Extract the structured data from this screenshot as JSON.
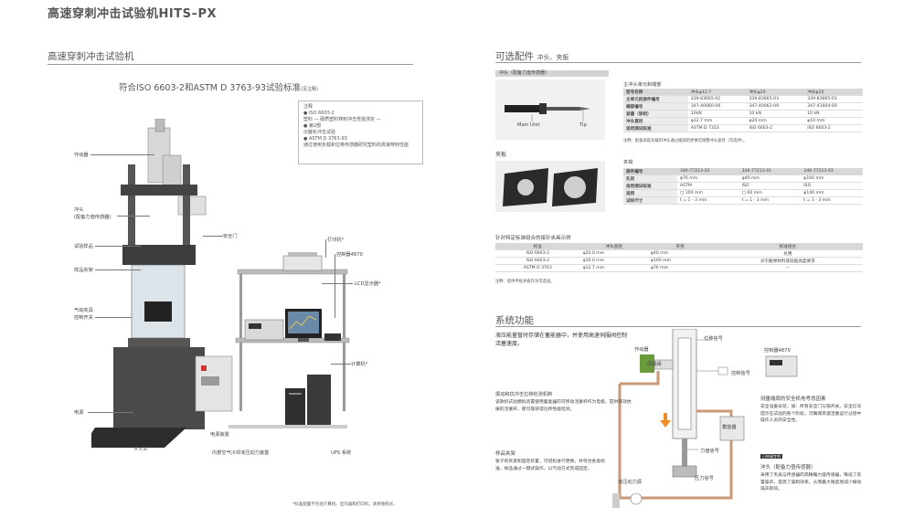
{
  "page_title": "高速穿刺冲击试验机HITS–PX",
  "left": {
    "section_title": "高速穿刺冲击试验机",
    "standard": "符合ISO 6603-2和ASTM D 3763-93试验标准",
    "standard_note": "(见注释)",
    "notes_label": "注释",
    "notes": [
      "● ISO 6603-2",
      "塑料 — 硬质塑料穿刺冲击性能测定 —",
      "● 第2部",
      "仪器化冲击试验",
      "● ASTM D 3763-93",
      "通过使用负载和位移传感器研究塑料的高速穿刺性能"
    ],
    "labels": {
      "actuator": "作动器",
      "punch": "冲头",
      "punch_sub": "(配备力值传感器)",
      "specimen": "试验样品",
      "sample_holder": "样品夹架",
      "pneumatic": "气动夹具",
      "pneumatic_sub": "控制开关",
      "power": "电源",
      "safety_mat": "安全垫",
      "safety_door": "安全门",
      "printer": "打印机*",
      "controller": "控制器4870",
      "lcd": "LCD显示器*",
      "computer": "计算机*",
      "power_unit": "电源装置",
      "pump": "内部空气冷却液压动力装置",
      "ups": "UPS 系统"
    },
    "footnote": "*标准配置不包括计算机、显示器和打印机，请单独购买。"
  },
  "right": {
    "section_title": "可选配件",
    "section_sub": "冲头、夹板",
    "punch_title": "冲头（配备力值传感器）",
    "main_unit": "Main Unit",
    "tip": "Tip",
    "punch_table_title": "主冲头单元和端部",
    "punch_table": {
      "header": [
        "型号名称",
        "冲头φ12.7",
        "冲头φ20",
        "冲头φ10"
      ],
      "rows": [
        [
          "主单元的部件编号",
          "339-83665-02",
          "339-83665-03",
          "339-83665-01"
        ],
        [
          "端部编号",
          "347-40060-06",
          "347-40062-09",
          "347-41604-00"
        ],
        [
          "容量（穿刺）",
          "10kN",
          "10 kN",
          "10 kN"
        ],
        [
          "冲头直径",
          "φ12.7 mm",
          "φ20 mm",
          "φ10 mm"
        ],
        [
          "适用测试标准",
          "ASTM D 7353",
          "ISO 6603-2",
          "ISO 6603-2"
        ]
      ],
      "note": "注释：配备高低负载的冲头通过端部的更换可调整冲头直径（可选件）。"
    },
    "clamp_title": "夹板",
    "clamp_table_title": "夹钳",
    "clamp_table": {
      "rows": [
        [
          "部件编号",
          "346-77213-02",
          "346-77213-01",
          "346-77213-03"
        ],
        [
          "孔径",
          "φ76 mm",
          "φ40 mm",
          "φ100 mm"
        ],
        [
          "适用测试标准",
          "ASTM",
          "ISO",
          "ISO"
        ],
        [
          "适用",
          "□ 100 mm",
          "□ 60 mm",
          "φ140 mm"
        ],
        [
          "试样尺寸",
          "t = 1 - 3 mm",
          "t = 1 - 3 mm",
          "t = 1 - 3 mm"
        ]
      ]
    },
    "combo_title": "针对特定标准组合的接针夹具示例",
    "combo_table": {
      "header": [
        "标准",
        "冲头直径",
        "夹径",
        "标准组合"
      ],
      "rows": [
        [
          "ISO 6603-2",
          "φ20.0 mm",
          "φ40 mm",
          "兑用"
        ],
        [
          "ISO 6603-2",
          "φ10.0 mm",
          "φ100 mm",
          "对于脆弹材料或低能高度要求"
        ],
        [
          "ASTM D 3763",
          "φ12.7 mm",
          "φ76 mm",
          "—"
        ]
      ],
      "note": "注释：提供平板夹板作为可选组。"
    },
    "sys_title": "系统功能",
    "sys_intro": "液压能量暂时存储在蓄能器中，并使用高速伺服阀控制活塞速度。",
    "sys_labels": {
      "actuator": "作动器",
      "position_signal": "位移信号",
      "servo": "伺服阀",
      "control_signal": "控制信号",
      "controller": "控制器4870",
      "accumulator": "蓄能器",
      "force_signal": "力值信号",
      "piston": "活塞",
      "pressure": "压力信号",
      "pump": "液压动力源",
      "holder": "样品夹架"
    },
    "blocks": {
      "lock_title": "振动和抗冲击位移检测机制",
      "lock_text": "该款机试验模拟装置使用蓄能器的可移动活塞杆作为电极，提供高效抗振的活塞杆，使可靠获得位移性能检测。",
      "safe_title": "测量端周的安全机电考虑因素",
      "safe_text": "安全设备安装，如：所有安全门与锁开关。安全信号提示在试验的各个阶段，可确保高速活塞运行过程中操作人员的安全性。",
      "punch_tag": "已申请专利",
      "punch_title": "冲头（配备力值传感器）",
      "punch_text": "采用了夹具与传感器的高精确力值传感器，降低了装置噪声，提高了穿刺效率，从而最大限度地减少振动噪声影响。",
      "holder_title": "样品夹架",
      "holder_text": "板子的夹紧和固定装置，可轻松进行更换。并符合各类标准，样品通过一键式操作，以气动方式完成固定。"
    }
  },
  "colors": {
    "pipe": "#c89a78",
    "dark": "#333333",
    "accent": "#555555"
  }
}
